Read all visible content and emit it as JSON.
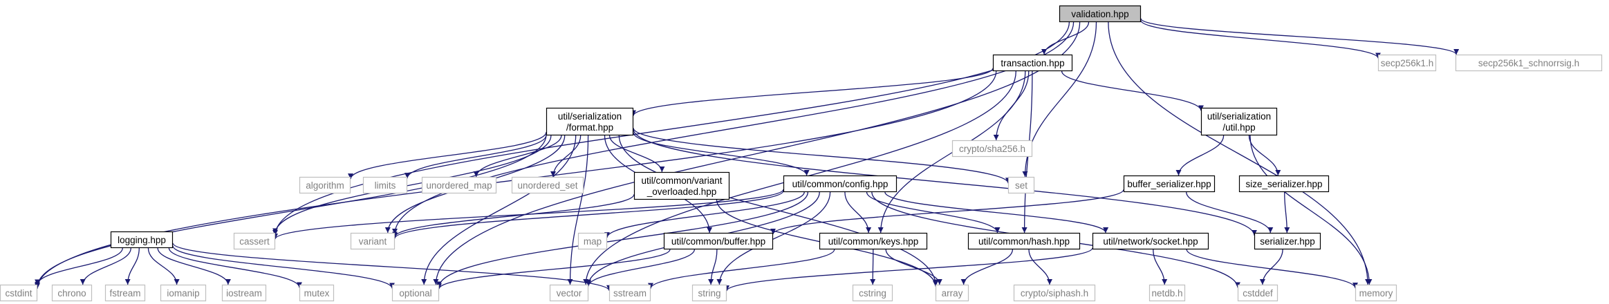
{
  "colors": {
    "edge": "#191970",
    "internal_border": "#000000",
    "external_border": "#bfbfbf",
    "root_fill": "#bfbfbf",
    "external_text": "#808080"
  },
  "nodes": [
    {
      "id": "validation",
      "lines": [
        "validation.hpp"
      ],
      "kind": "root"
    },
    {
      "id": "transaction",
      "lines": [
        "transaction.hpp"
      ],
      "kind": "internal"
    },
    {
      "id": "secp256k1",
      "lines": [
        "secp256k1.h"
      ],
      "kind": "external"
    },
    {
      "id": "schnorrsig",
      "lines": [
        "secp256k1_schnorrsig.h"
      ],
      "kind": "external"
    },
    {
      "id": "format",
      "lines": [
        "util/serialization",
        "/format.hpp"
      ],
      "kind": "internal"
    },
    {
      "id": "sha256",
      "lines": [
        "crypto/sha256.h"
      ],
      "kind": "external"
    },
    {
      "id": "serutil",
      "lines": [
        "util/serialization",
        "/util.hpp"
      ],
      "kind": "internal"
    },
    {
      "id": "algorithm",
      "lines": [
        "algorithm"
      ],
      "kind": "external"
    },
    {
      "id": "limits",
      "lines": [
        "limits"
      ],
      "kind": "external"
    },
    {
      "id": "unordered_map",
      "lines": [
        "unordered_map"
      ],
      "kind": "external"
    },
    {
      "id": "unordered_set",
      "lines": [
        "unordered_set"
      ],
      "kind": "external"
    },
    {
      "id": "variant_overloaded",
      "lines": [
        "util/common/variant",
        "_overloaded.hpp"
      ],
      "kind": "internal"
    },
    {
      "id": "config",
      "lines": [
        "util/common/config.hpp"
      ],
      "kind": "internal"
    },
    {
      "id": "set",
      "lines": [
        "set"
      ],
      "kind": "external"
    },
    {
      "id": "buffer_serializer",
      "lines": [
        "buffer_serializer.hpp"
      ],
      "kind": "internal"
    },
    {
      "id": "size_serializer",
      "lines": [
        "size_serializer.hpp"
      ],
      "kind": "internal"
    },
    {
      "id": "cassert",
      "lines": [
        "cassert"
      ],
      "kind": "external"
    },
    {
      "id": "variant",
      "lines": [
        "variant"
      ],
      "kind": "external"
    },
    {
      "id": "map",
      "lines": [
        "map"
      ],
      "kind": "external"
    },
    {
      "id": "logging",
      "lines": [
        "logging.hpp"
      ],
      "kind": "internal"
    },
    {
      "id": "buffer",
      "lines": [
        "util/common/buffer.hpp"
      ],
      "kind": "internal"
    },
    {
      "id": "keys",
      "lines": [
        "util/common/keys.hpp"
      ],
      "kind": "internal"
    },
    {
      "id": "hash",
      "lines": [
        "util/common/hash.hpp"
      ],
      "kind": "internal"
    },
    {
      "id": "socket",
      "lines": [
        "util/network/socket.hpp"
      ],
      "kind": "internal"
    },
    {
      "id": "serializer",
      "lines": [
        "serializer.hpp"
      ],
      "kind": "internal"
    },
    {
      "id": "cstdint",
      "lines": [
        "cstdint"
      ],
      "kind": "external"
    },
    {
      "id": "chrono",
      "lines": [
        "chrono"
      ],
      "kind": "external"
    },
    {
      "id": "fstream",
      "lines": [
        "fstream"
      ],
      "kind": "external"
    },
    {
      "id": "iomanip",
      "lines": [
        "iomanip"
      ],
      "kind": "external"
    },
    {
      "id": "iostream",
      "lines": [
        "iostream"
      ],
      "kind": "external"
    },
    {
      "id": "mutex",
      "lines": [
        "mutex"
      ],
      "kind": "external"
    },
    {
      "id": "optional",
      "lines": [
        "optional"
      ],
      "kind": "external"
    },
    {
      "id": "vector",
      "lines": [
        "vector"
      ],
      "kind": "external"
    },
    {
      "id": "sstream",
      "lines": [
        "sstream"
      ],
      "kind": "external"
    },
    {
      "id": "string",
      "lines": [
        "string"
      ],
      "kind": "external"
    },
    {
      "id": "cstring",
      "lines": [
        "cstring"
      ],
      "kind": "external"
    },
    {
      "id": "array",
      "lines": [
        "array"
      ],
      "kind": "external"
    },
    {
      "id": "siphash",
      "lines": [
        "crypto/siphash.h"
      ],
      "kind": "external"
    },
    {
      "id": "netdb",
      "lines": [
        "netdb.h"
      ],
      "kind": "external"
    },
    {
      "id": "cstddef",
      "lines": [
        "cstddef"
      ],
      "kind": "external"
    },
    {
      "id": "memory",
      "lines": [
        "memory"
      ],
      "kind": "external"
    }
  ],
  "edges": [
    [
      "validation",
      "transaction"
    ],
    [
      "validation",
      "secp256k1"
    ],
    [
      "validation",
      "schnorrsig"
    ],
    [
      "validation",
      "set"
    ],
    [
      "validation",
      "memory"
    ],
    [
      "validation",
      "cassert"
    ],
    [
      "validation",
      "variant"
    ],
    [
      "validation",
      "optional"
    ],
    [
      "transaction",
      "format"
    ],
    [
      "transaction",
      "sha256"
    ],
    [
      "transaction",
      "serutil"
    ],
    [
      "transaction",
      "cstdint"
    ],
    [
      "transaction",
      "vector"
    ],
    [
      "transaction",
      "keys"
    ],
    [
      "transaction",
      "hash"
    ],
    [
      "format",
      "algorithm"
    ],
    [
      "format",
      "limits"
    ],
    [
      "format",
      "unordered_map"
    ],
    [
      "format",
      "unordered_set"
    ],
    [
      "format",
      "variant_overloaded"
    ],
    [
      "format",
      "config"
    ],
    [
      "format",
      "set"
    ],
    [
      "format",
      "cassert"
    ],
    [
      "format",
      "variant"
    ],
    [
      "format",
      "optional"
    ],
    [
      "format",
      "cstdint"
    ],
    [
      "format",
      "vector"
    ],
    [
      "format",
      "array"
    ],
    [
      "format",
      "buffer"
    ],
    [
      "format",
      "serializer"
    ],
    [
      "variant_overloaded",
      "variant"
    ],
    [
      "variant_overloaded",
      "array"
    ],
    [
      "config",
      "cassert"
    ],
    [
      "config",
      "variant"
    ],
    [
      "config",
      "map"
    ],
    [
      "config",
      "optional"
    ],
    [
      "config",
      "vector"
    ],
    [
      "config",
      "string"
    ],
    [
      "config",
      "keys"
    ],
    [
      "config",
      "hash"
    ],
    [
      "config",
      "socket"
    ],
    [
      "config",
      "cstddef"
    ],
    [
      "serutil",
      "buffer_serializer"
    ],
    [
      "serutil",
      "size_serializer"
    ],
    [
      "serutil",
      "memory"
    ],
    [
      "buffer_serializer",
      "serializer"
    ],
    [
      "buffer_serializer",
      "buffer"
    ],
    [
      "size_serializer",
      "serializer"
    ],
    [
      "serializer",
      "cstddef"
    ],
    [
      "logging",
      "cstdint"
    ],
    [
      "logging",
      "chrono"
    ],
    [
      "logging",
      "fstream"
    ],
    [
      "logging",
      "iomanip"
    ],
    [
      "logging",
      "iostream"
    ],
    [
      "logging",
      "mutex"
    ],
    [
      "logging",
      "optional"
    ],
    [
      "logging",
      "sstream"
    ],
    [
      "buffer",
      "vector"
    ],
    [
      "buffer",
      "string"
    ],
    [
      "buffer",
      "optional"
    ],
    [
      "keys",
      "cstring"
    ],
    [
      "keys",
      "array"
    ],
    [
      "keys",
      "sstream"
    ],
    [
      "hash",
      "array"
    ],
    [
      "hash",
      "siphash"
    ],
    [
      "socket",
      "string"
    ],
    [
      "socket",
      "netdb"
    ],
    [
      "socket",
      "memory"
    ]
  ]
}
